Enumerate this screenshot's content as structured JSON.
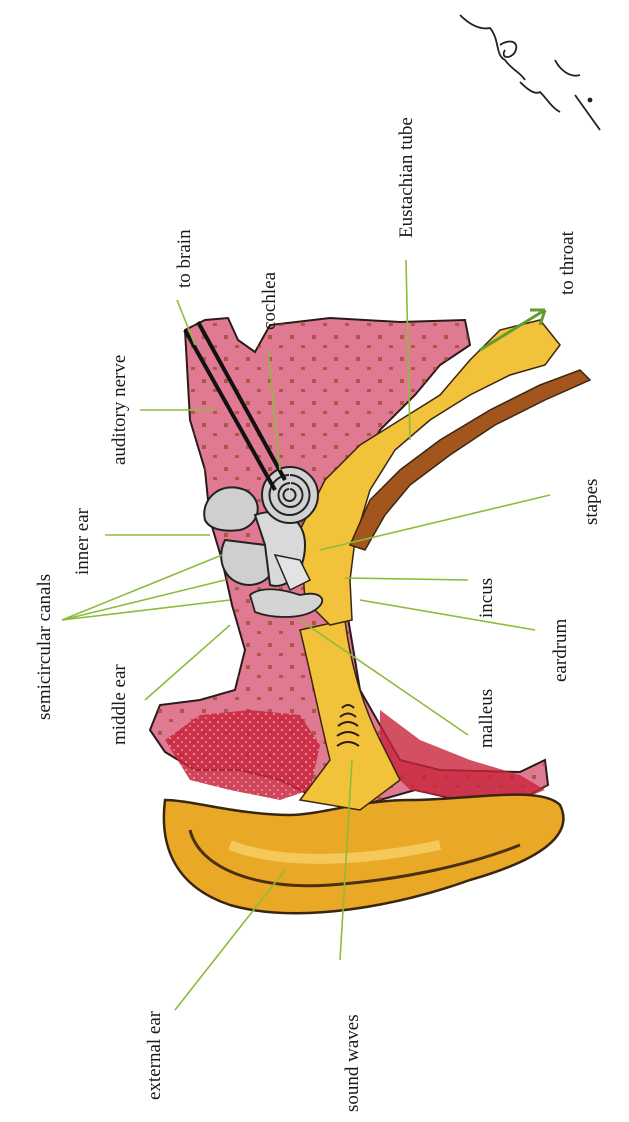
{
  "diagram": {
    "labels": {
      "semicircular_canals": "semicircular canals",
      "middle_ear": "middle ear",
      "external_ear": "external ear",
      "inner_ear": "inner ear",
      "auditory_nerve": "auditory nerve",
      "to_brain": "to brain",
      "cochlea": "cochlea",
      "eustachian_tube": "Eustachian tube",
      "to_throat": "to throat",
      "stapes": "stapes",
      "incus": "incus",
      "eardrum": "eardrum",
      "malleus": "malleus",
      "sound_waves": "sound waves"
    },
    "signature": "Ein Raft"
  },
  "colors": {
    "tissue_pink": "#e07a93",
    "tissue_red": "#c8243c",
    "canal_yellow": "#f2c23a",
    "outer_ear_orange": "#e9a825",
    "bone_gray": "#c9c9c9",
    "tube_brown": "#a2561d",
    "leader_green": "#8dbb3c"
  }
}
